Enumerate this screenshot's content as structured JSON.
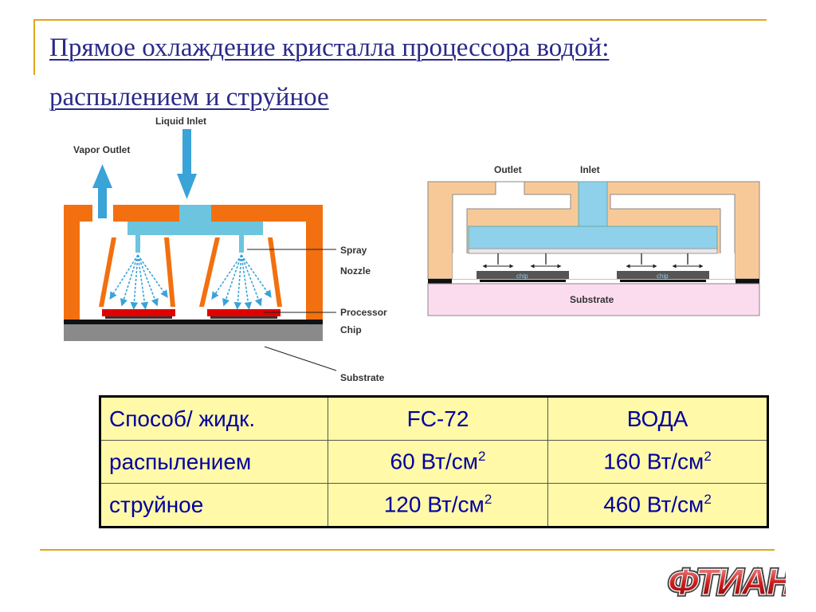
{
  "title": {
    "line1": "Прямое охлаждение кристалла процессора водой:",
    "line2": "распылением и струйное"
  },
  "diagram_left": {
    "liquid_inlet": "Liquid Inlet",
    "vapor_outlet": "Vapor Outlet",
    "spray": "Spray",
    "nozzle": "Nozzle",
    "processor": "Processor",
    "chip": "Chip",
    "substrate": "Substrate"
  },
  "diagram_right": {
    "outlet": "Outlet",
    "inlet": "Inlet",
    "chip_left": "chip",
    "chip_right": "chip",
    "substrate": "Substrate"
  },
  "table": {
    "header": [
      "Способ/ жидк.",
      "FC-72",
      "ВОДА"
    ],
    "rows": [
      {
        "method": "распылением",
        "fc72_value": "60 Вт/см",
        "water_value": "160 Вт/см"
      },
      {
        "method": "струйное",
        "fc72_value": "120 Вт/см",
        "water_value": "460 Вт/см"
      }
    ],
    "unit_exponent": "2"
  },
  "logo": {
    "text": "ФТИАН"
  },
  "colors": {
    "frame": "#e0a61f",
    "title": "#2a2a8a",
    "table_bg": "#fff9a8",
    "table_text": "#0000a0",
    "housing_orange": "#f2700f",
    "coolant_blue": "#6cc4df",
    "chip_red": "#e00000",
    "substrate_gray": "#8a8a8a",
    "housing_peach": "#f8c998",
    "substrate_pink": "#fbdcee"
  }
}
